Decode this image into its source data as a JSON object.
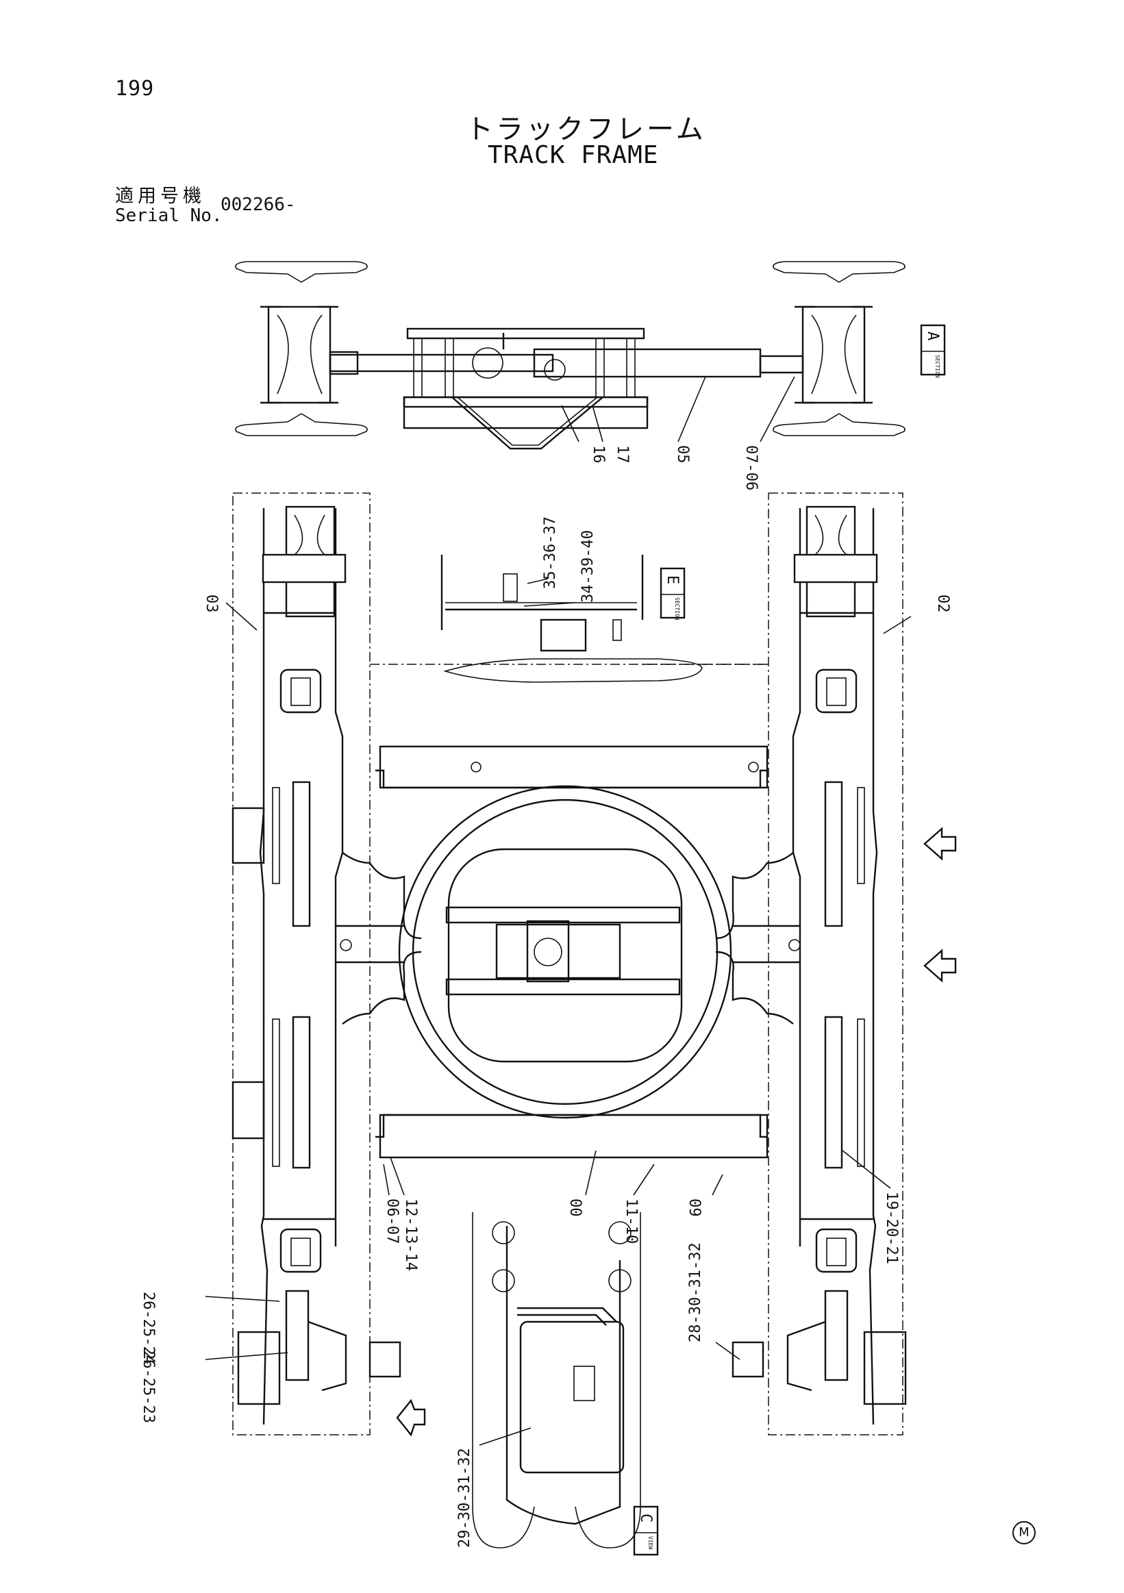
{
  "page": {
    "number": "199"
  },
  "title": {
    "ja": "トラックフレーム",
    "en": "TRACK FRAME"
  },
  "serial": {
    "label_ja": "適用号機",
    "label_en": "Serial No.",
    "value": "002266-"
  },
  "callouts": {
    "c16": "16",
    "c17": "17",
    "c05": "05",
    "c07_06": "07-06",
    "c03": "03",
    "c02": "02",
    "c35_37": "35-36-37",
    "c34_40": "34-39-40",
    "c12_14": "12-13-14",
    "c06_07": "06-07",
    "c00": "00",
    "c11_10": "11-10",
    "c09": "09",
    "c19_21": "19-20-21",
    "c26_24": "26-25-24",
    "c26_23": "26-25-23",
    "c28_32": "28-30-31-32",
    "c29_32": "29-30-31-32"
  },
  "section_labels": {
    "section_a": {
      "letter": "A",
      "kind": "SECTION"
    },
    "section_e": {
      "letter": "E",
      "kind": "SECTION"
    },
    "view_c": {
      "letter": "C",
      "kind": "VIEW"
    }
  },
  "markers": {
    "corner": "M"
  }
}
